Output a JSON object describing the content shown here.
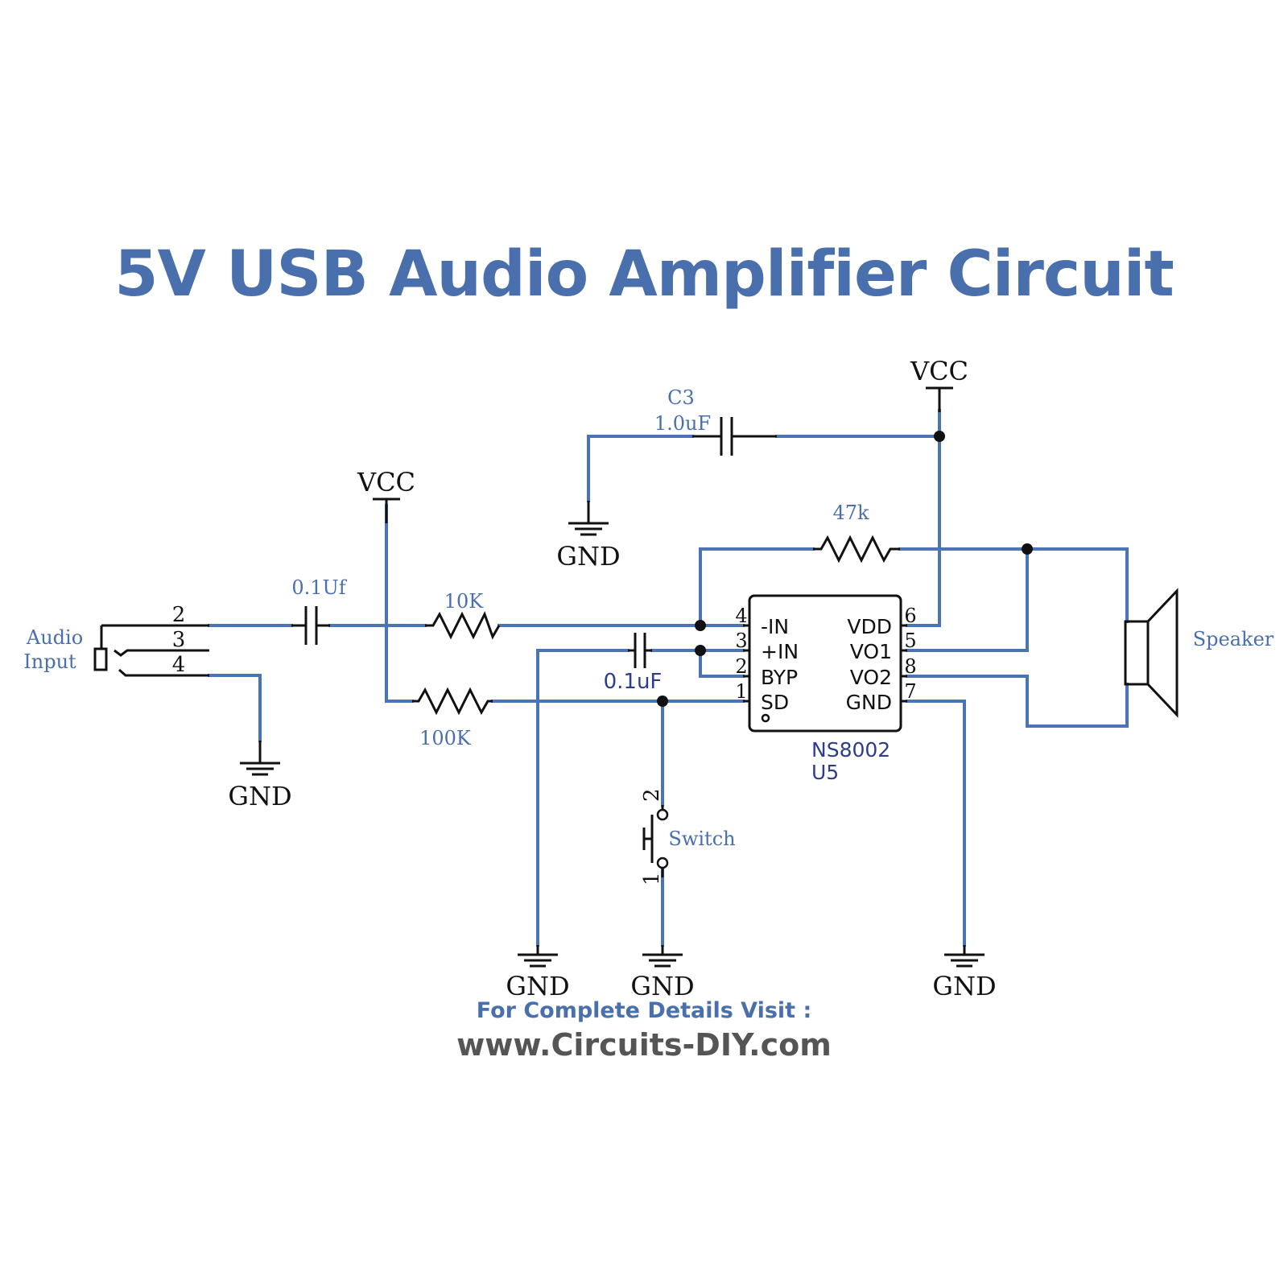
{
  "title": "5V USB Audio Amplifier Circuit",
  "footer": {
    "line1": "For Complete Details Visit :",
    "line2": "www.Circuits-DIY.com"
  },
  "labels": {
    "vcc": "VCC",
    "gnd": "GND",
    "c3_name": "C3",
    "c3_value": "1.0uF",
    "r_fb": "47k",
    "c_in": "0.1Uf",
    "r_in": "10K",
    "r_sd": "100K",
    "c_byp": "0.1uF",
    "audio_input_line1": "Audio",
    "audio_input_line2": "Input",
    "speaker": "Speaker",
    "switch": "Switch",
    "jack_pins": [
      "2",
      "3",
      "4"
    ],
    "switch_pins": [
      "2",
      "1"
    ],
    "ic_part": "NS8002",
    "ic_ref": "U5"
  },
  "ic": {
    "left_pins": [
      {
        "num": "4",
        "name": "-IN"
      },
      {
        "num": "3",
        "name": "+IN"
      },
      {
        "num": "2",
        "name": "BYP"
      },
      {
        "num": "1",
        "name": "SD"
      }
    ],
    "right_pins": [
      {
        "num": "6",
        "name": "VDD"
      },
      {
        "num": "5",
        "name": "VO1"
      },
      {
        "num": "8",
        "name": "VO2"
      },
      {
        "num": "7",
        "name": "GND"
      }
    ]
  },
  "colors": {
    "title": "#4a6fad",
    "wire": "#4a74b5",
    "component": "#111111",
    "footer_url": "#555555"
  }
}
